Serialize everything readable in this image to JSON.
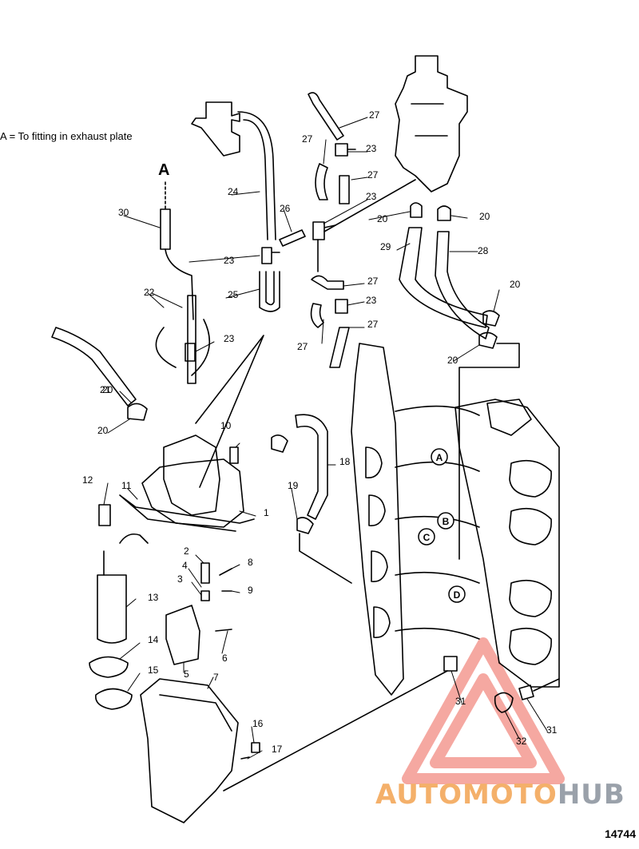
{
  "note": "A = To fitting in exhaust plate",
  "connector_tag": "A",
  "figure_number": "14744",
  "watermark": {
    "part1": "AUTOMOTO",
    "part2": "HUB",
    "colors": [
      "#f4b06a",
      "#9aa1aa",
      "#f28b82"
    ]
  },
  "callouts": [
    {
      "n": "1"
    },
    {
      "n": "2"
    },
    {
      "n": "3"
    },
    {
      "n": "4"
    },
    {
      "n": "5"
    },
    {
      "n": "6"
    },
    {
      "n": "7"
    },
    {
      "n": "8"
    },
    {
      "n": "9"
    },
    {
      "n": "10"
    },
    {
      "n": "11"
    },
    {
      "n": "12"
    },
    {
      "n": "13"
    },
    {
      "n": "14"
    },
    {
      "n": "15"
    },
    {
      "n": "16"
    },
    {
      "n": "17"
    },
    {
      "n": "18"
    },
    {
      "n": "19"
    },
    {
      "n": "20"
    },
    {
      "n": "20"
    },
    {
      "n": "20"
    },
    {
      "n": "20"
    },
    {
      "n": "20"
    },
    {
      "n": "20"
    },
    {
      "n": "21"
    },
    {
      "n": "22"
    },
    {
      "n": "23"
    },
    {
      "n": "23"
    },
    {
      "n": "23"
    },
    {
      "n": "23"
    },
    {
      "n": "23"
    },
    {
      "n": "24"
    },
    {
      "n": "25"
    },
    {
      "n": "26"
    },
    {
      "n": "27"
    },
    {
      "n": "27"
    },
    {
      "n": "27"
    },
    {
      "n": "27"
    },
    {
      "n": "27"
    },
    {
      "n": "27"
    },
    {
      "n": "28"
    },
    {
      "n": "29"
    },
    {
      "n": "30"
    },
    {
      "n": "31"
    },
    {
      "n": "31"
    },
    {
      "n": "32"
    }
  ],
  "port_markers": [
    {
      "n": "A"
    },
    {
      "n": "B"
    },
    {
      "n": "C"
    },
    {
      "n": "D"
    }
  ]
}
